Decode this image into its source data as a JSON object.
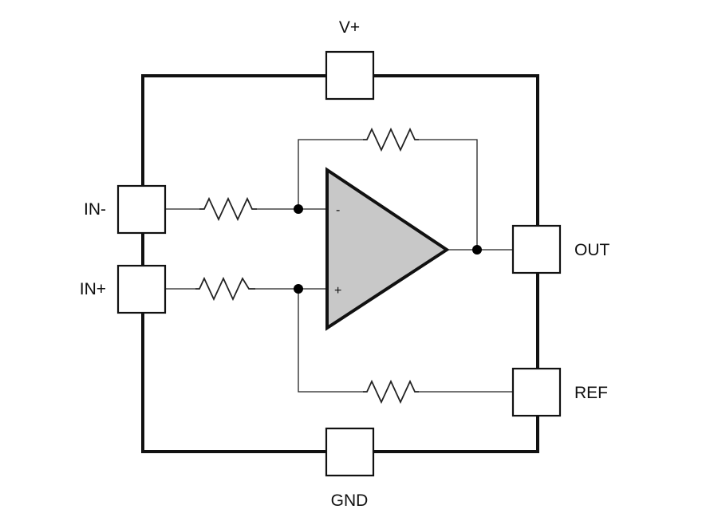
{
  "pins": {
    "vplus": "V+",
    "gnd": "GND",
    "in_minus": "IN-",
    "in_plus": "IN+",
    "out": "OUT",
    "ref": "REF"
  },
  "amplifier": {
    "inverting_sign": "-",
    "noninverting_sign": "+"
  },
  "colors": {
    "amplifier_fill": "#c8c8c8",
    "line": "#111111",
    "background": "#ffffff"
  }
}
